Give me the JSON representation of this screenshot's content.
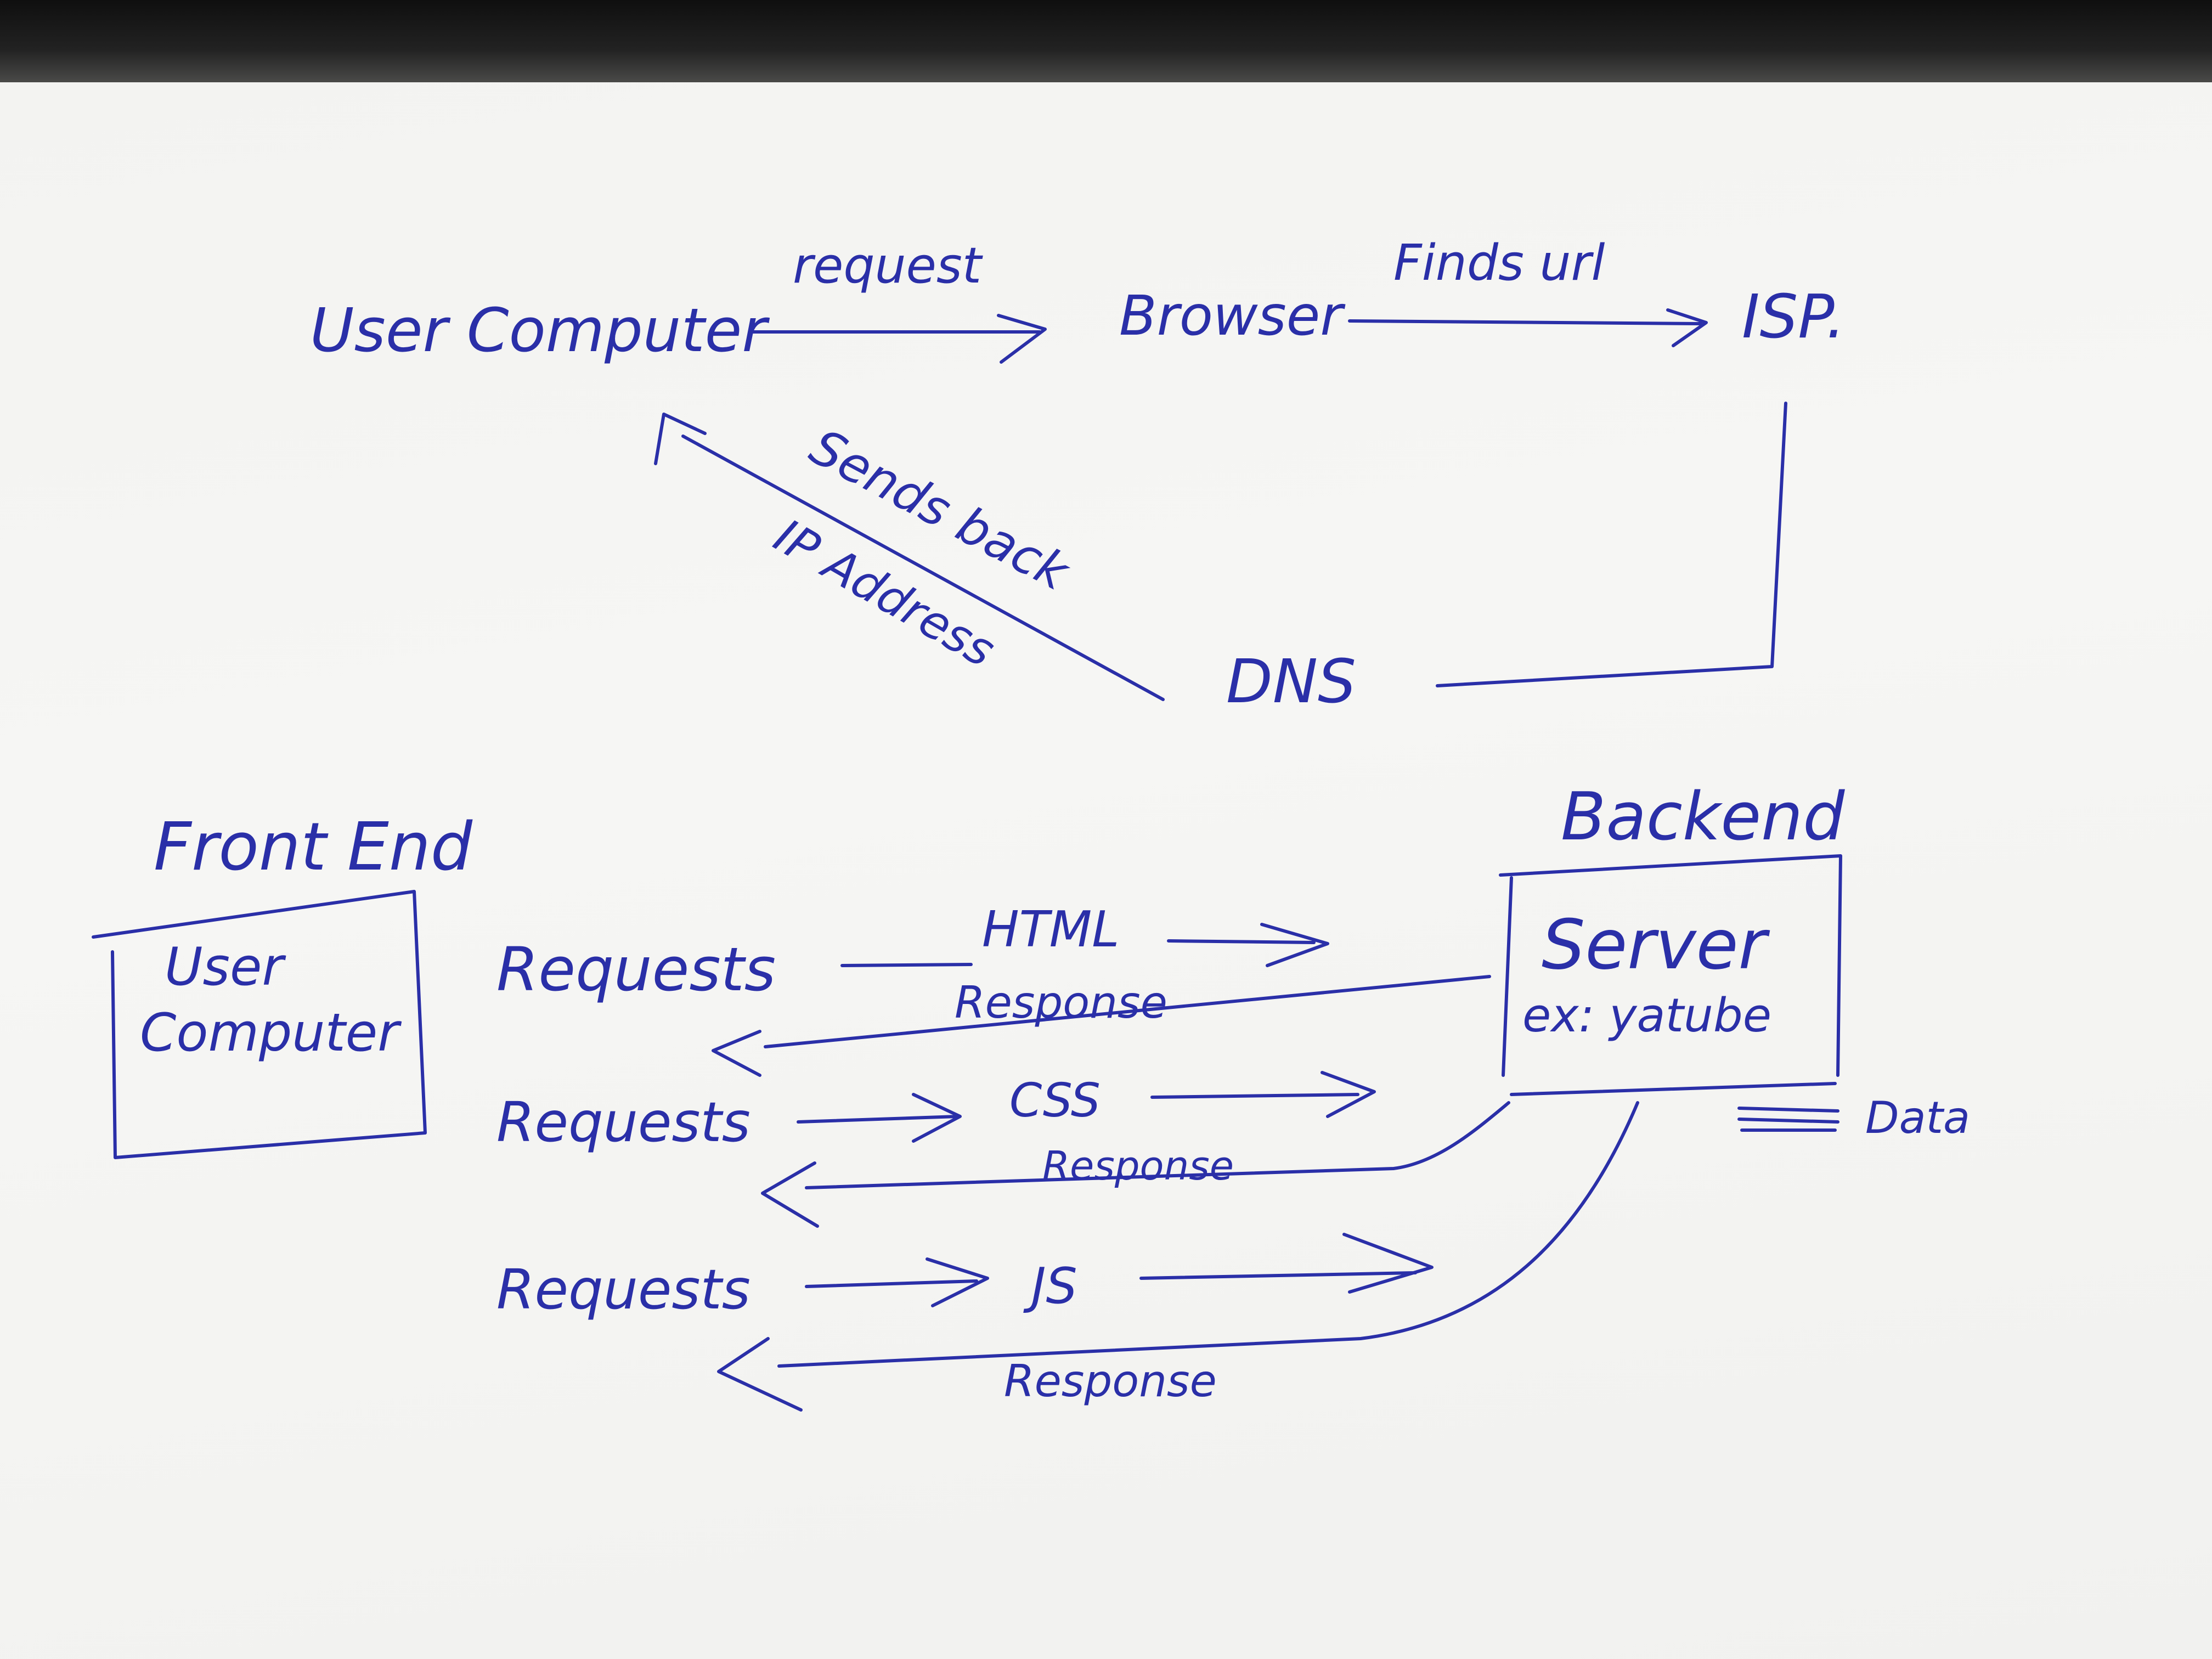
{
  "diagram": {
    "nodes": {
      "user_computer": "User Computer",
      "browser": "Browser",
      "isp": "ISP.",
      "dns": "DNS"
    },
    "edges": {
      "request": "request",
      "finds_url": "Finds url",
      "sends_back": "Sends back",
      "ip_address": "IP Address"
    },
    "front_end": {
      "title": "Front End",
      "box_line1": "User",
      "box_line2": "Computer"
    },
    "backend": {
      "title": "Backend",
      "server": "Server",
      "example": "ex: yatube",
      "data_label": "Data"
    },
    "exchanges": [
      {
        "request_label": "Requests",
        "resource": "HTML",
        "response": "Response"
      },
      {
        "request_label": "Requests",
        "resource": "CSS",
        "response": "Response"
      },
      {
        "request_label": "Requests",
        "resource": "JS",
        "response": "Response"
      }
    ],
    "colors": {
      "ink": "#2a2fa8",
      "paper": "#f3f3f1"
    }
  }
}
